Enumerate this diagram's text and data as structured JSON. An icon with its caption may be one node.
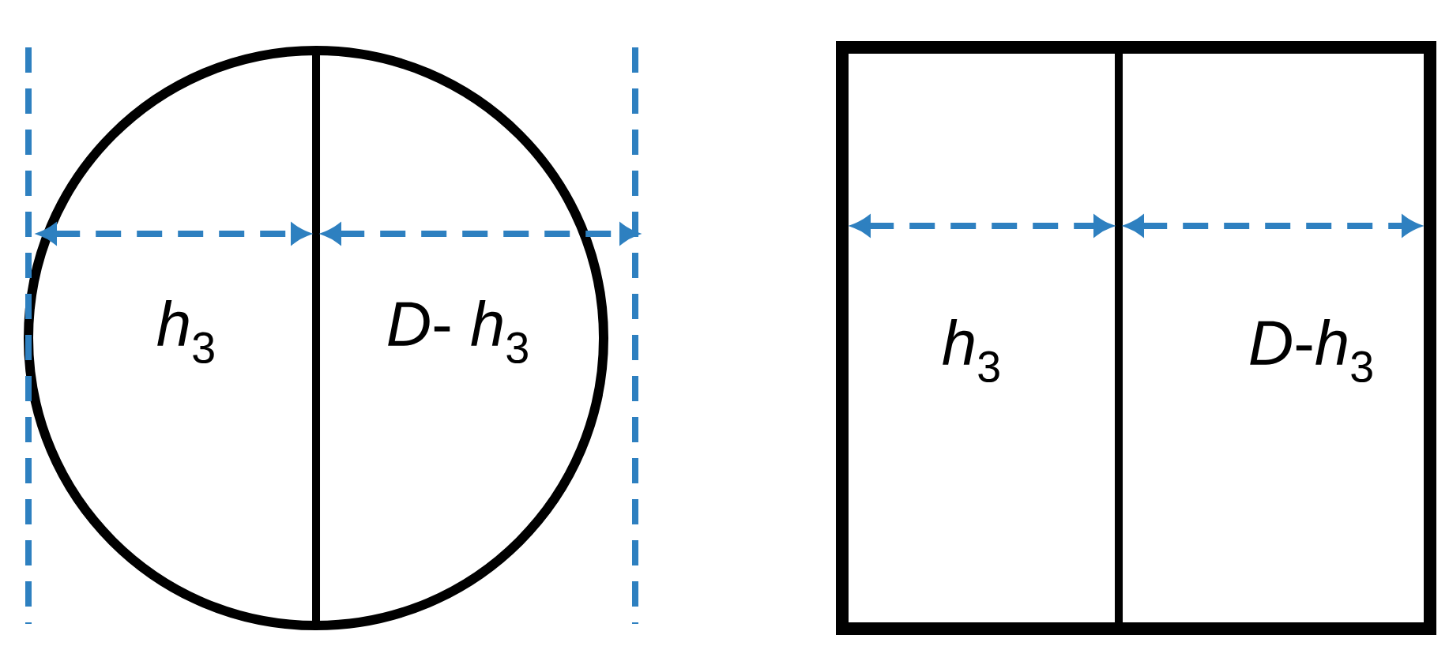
{
  "diagram": {
    "labels": [
      "*h*$_{3}$",
      "*D*- *h*$_{3}$",
      "*h*$_{3}$",
      "*D*-*h*$_{3}$"
    ]
  }
}
